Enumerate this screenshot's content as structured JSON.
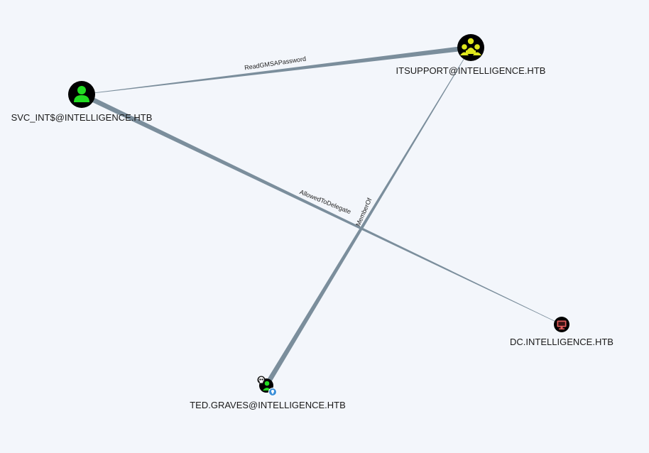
{
  "graph": {
    "nodes": [
      {
        "id": "svc",
        "label": "SVC_INT$@INTELLIGENCE.HTB",
        "type": "user",
        "icon": "user-icon",
        "fill": "#000000",
        "icon_color": "#22dd22"
      },
      {
        "id": "itsupport",
        "label": "ITSUPPORT@INTELLIGENCE.HTB",
        "type": "group",
        "icon": "group-icon",
        "fill": "#000000",
        "icon_color": "#dfe71d"
      },
      {
        "id": "dc",
        "label": "DC.INTELLIGENCE.HTB",
        "type": "computer",
        "icon": "computer-icon",
        "fill": "#000000",
        "icon_color": "#e25a5a"
      },
      {
        "id": "ted",
        "label": "TED.GRAVES@INTELLIGENCE.HTB",
        "type": "owned-user",
        "icon": "skull-icon",
        "fill": "#000000",
        "icon_color": "#22dd22",
        "badge": "pin-icon",
        "badge_color": "#3b8fd9"
      }
    ],
    "edges": [
      {
        "from": "svc",
        "to": "itsupport",
        "label": "ReadGMSAPassword"
      },
      {
        "from": "svc",
        "to": "dc",
        "label": "AllowedToDelegate"
      },
      {
        "from": "ted",
        "to": "itsupport",
        "label": "MemberOf"
      }
    ],
    "edge_color": "#7b8e9c"
  }
}
